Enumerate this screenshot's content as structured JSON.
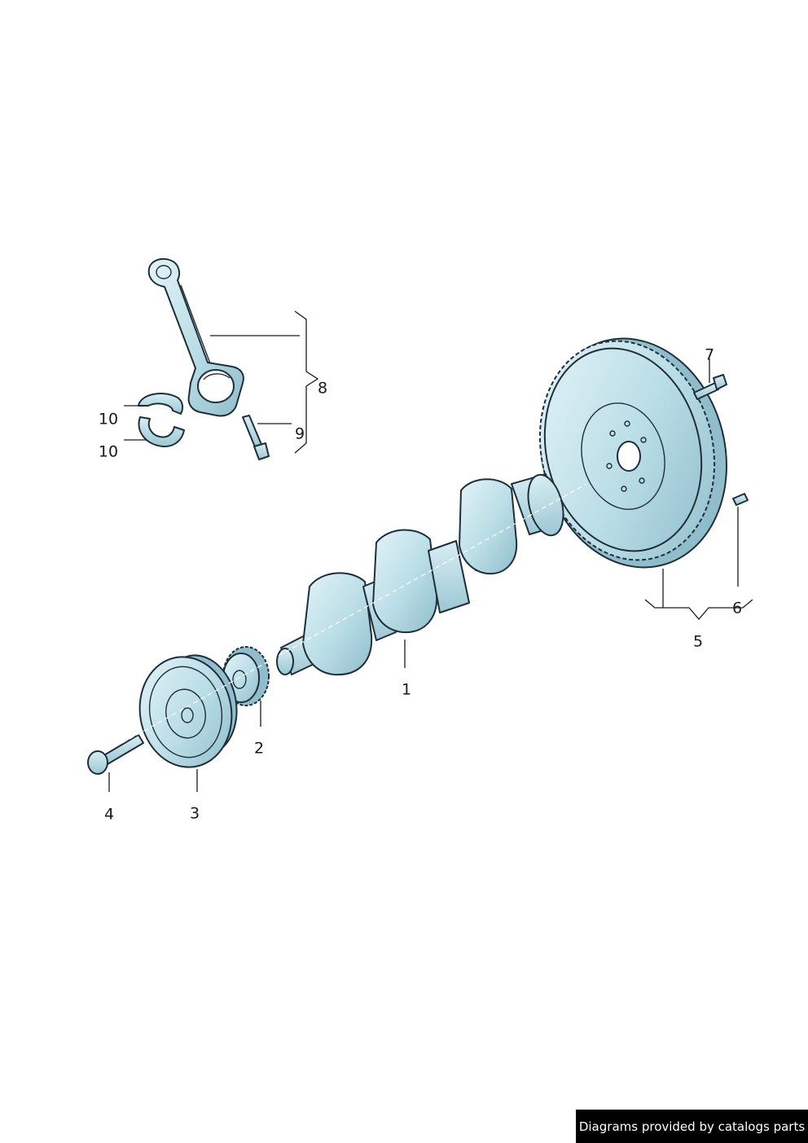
{
  "diagram": {
    "callouts": [
      {
        "id": "1",
        "label": "1"
      },
      {
        "id": "2",
        "label": "2"
      },
      {
        "id": "3",
        "label": "3"
      },
      {
        "id": "4",
        "label": "4"
      },
      {
        "id": "5",
        "label": "5"
      },
      {
        "id": "6",
        "label": "6"
      },
      {
        "id": "7",
        "label": "7"
      },
      {
        "id": "8",
        "label": "8"
      },
      {
        "id": "9",
        "label": "9"
      },
      {
        "id": "10a",
        "label": "10"
      },
      {
        "id": "10b",
        "label": "10"
      }
    ],
    "colors": {
      "part_fill": "#b9dde6",
      "part_light": "#d8eef3",
      "part_shadow": "#8fbdcb",
      "outline": "#1f2f3a"
    }
  },
  "footer": {
    "credit": "Diagrams provided by catalogs parts"
  }
}
